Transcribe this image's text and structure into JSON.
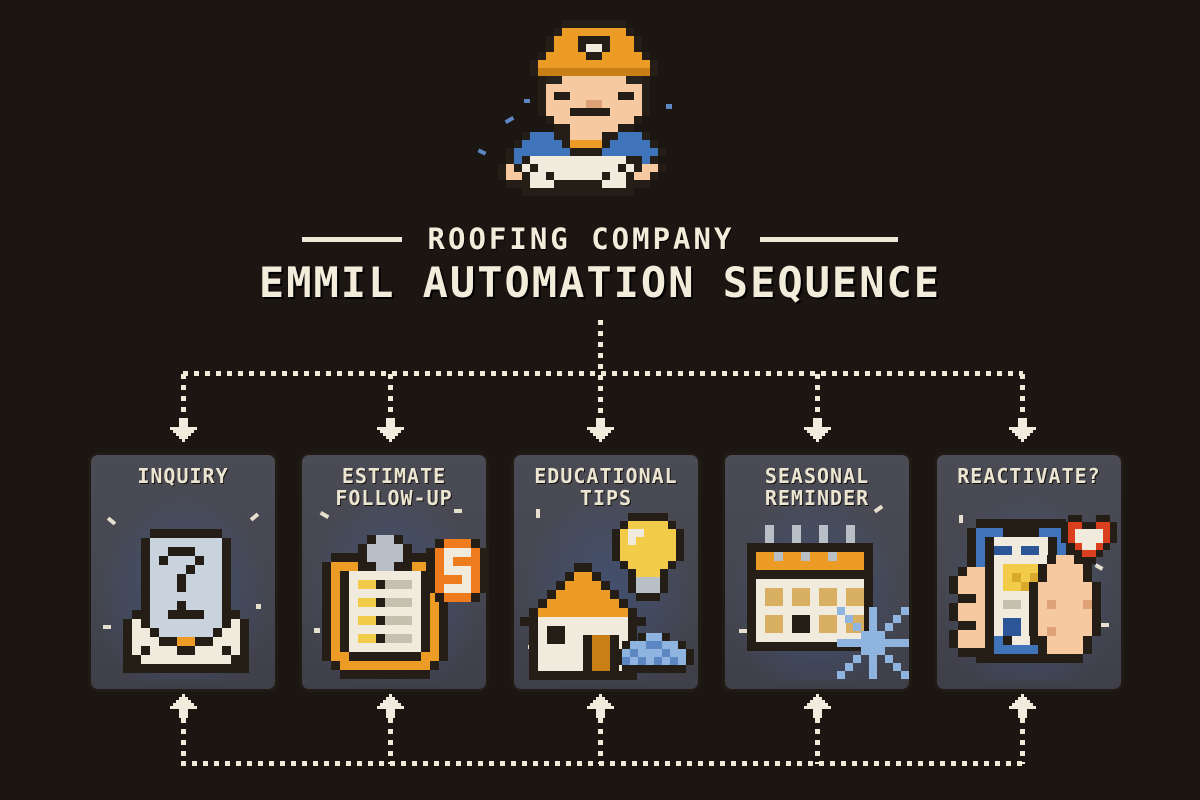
{
  "header": {
    "mascot_icon": "roofer-holding-envelope-icon",
    "title_line1": "ROOFING COMPANY",
    "title_line2": "EMMIL AUTOMATION SEQUENCE"
  },
  "cards": [
    {
      "label": "INQUIRY",
      "icon": "open-envelope-question-icon"
    },
    {
      "label": "ESTIMATE FOLLOW-UP",
      "icon": "clipboard-checklist-dollar-icon"
    },
    {
      "label": "EDUCATIONAL TIPS",
      "icon": "house-lightbulb-icon"
    },
    {
      "label": "SEASONAL REMINDER",
      "icon": "calendar-snowflake-icon"
    },
    {
      "label": "REACTIVATE?",
      "icon": "phone-in-hand-heart-icon"
    }
  ],
  "colors": {
    "background": "#1c1613",
    "card_background": "#46474f",
    "card_border": "#211b15",
    "text_cream": "#f2ecdb",
    "connector_cream": "#f0ead8",
    "accent_orange": "#ec9b24",
    "accent_blue": "#3f74bb",
    "accent_red": "#da3f1e"
  }
}
